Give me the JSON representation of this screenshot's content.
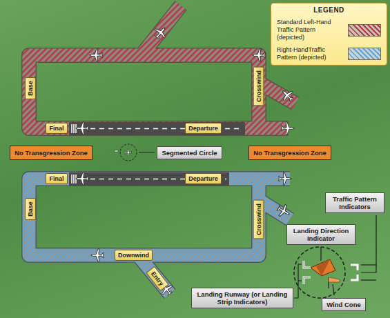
{
  "diagram": {
    "nodes": [
      {
        "text": [
          "Base"
        ]
      },
      {
        "text": [
          "Crosswind"
        ]
      },
      {
        "text": [
          "Final"
        ]
      },
      {
        "text": [
          "Departure"
        ]
      },
      {
        "text": [
          "No Transgression Zone"
        ]
      },
      {
        "text": [
          "Segmented Circle"
        ]
      },
      {
        "text": [
          "No Transgression Zone"
        ]
      },
      {
        "text": [
          "Traffic Pattern Indicators"
        ]
      },
      {
        "text": [
          "Final"
        ]
      },
      {
        "text": [
          "Departure"
        ]
      },
      {
        "text": [
          "Landing Direction Indicator"
        ]
      },
      {
        "text": [
          "Base"
        ]
      },
      {
        "text": [
          "Crosswind"
        ]
      },
      {
        "text": [
          "Downwind"
        ]
      },
      {
        "text": [
          "Entry"
        ]
      },
      {
        "text": [
          "Landing Runway (or Landing Strip Indicators)"
        ]
      },
      {
        "text": [
          "Wind Cone"
        ]
      }
    ],
    "labels": [
      "LEGEND"
    ],
    "legend": [
      {
        "text": "Standard Left-Hand Traffic Pattern (depicted)"
      },
      {
        "text": "Right-HandTraffic Pattern (depicted)"
      }
    ]
  }
}
